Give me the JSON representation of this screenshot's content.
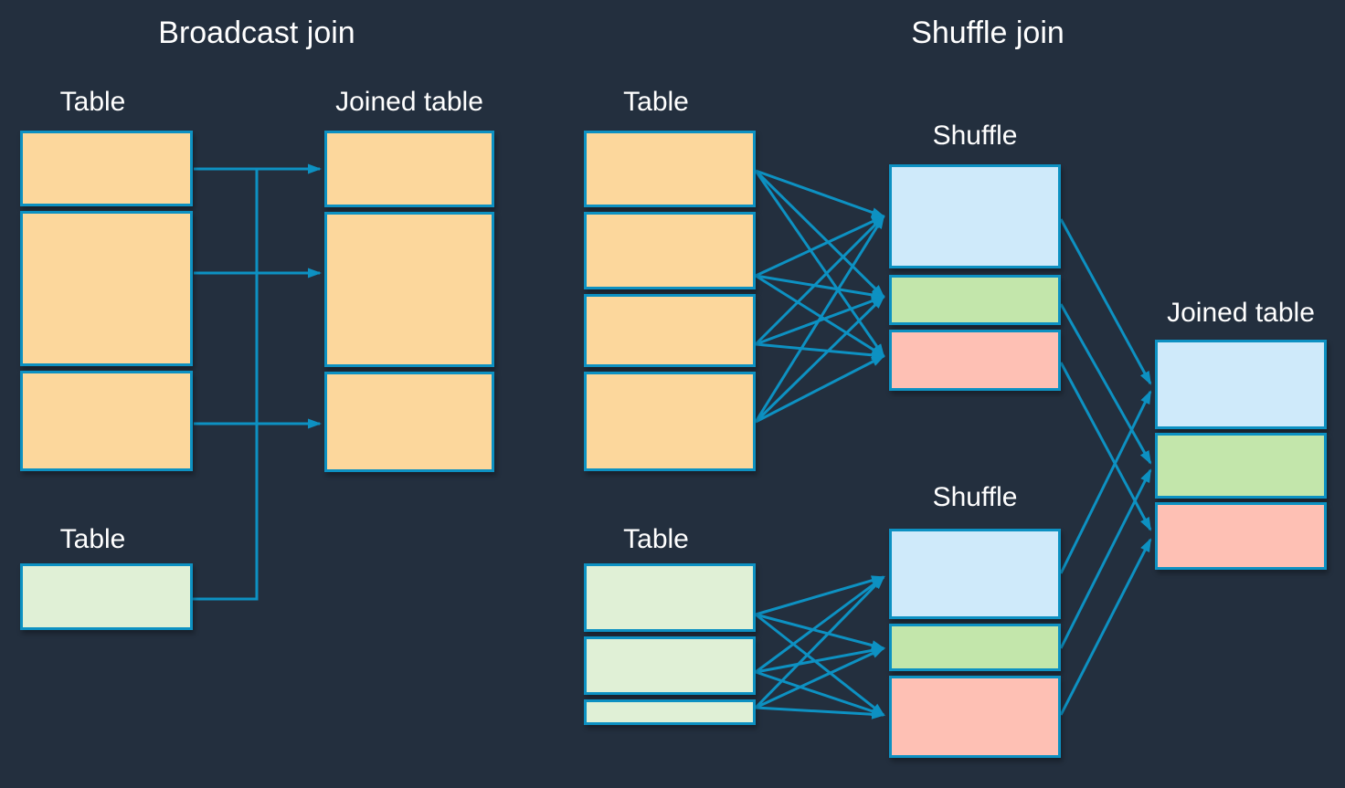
{
  "colors": {
    "bg": "#232f3e",
    "teal": "#0d91c2",
    "orange": "#fcd79c",
    "green_light": "#e0f0d6",
    "blue_light": "#cfeafa",
    "green_mid": "#c3e6ab",
    "pink": "#fec0b4",
    "text": "#ffffff"
  },
  "broadcast": {
    "title": "Broadcast join",
    "table_top_label": "Table",
    "joined_label": "Joined table",
    "table_small_label": "Table"
  },
  "shuffle": {
    "title": "Shuffle join",
    "table_top_label": "Table",
    "shuffle_top_label": "Shuffle",
    "table_bottom_label": "Table",
    "shuffle_bottom_label": "Shuffle",
    "joined_label": "Joined table"
  }
}
